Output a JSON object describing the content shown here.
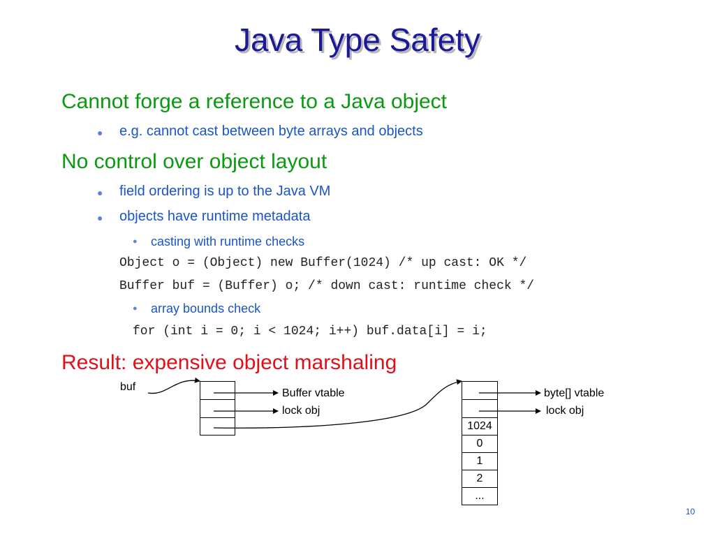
{
  "title": "Java Type Safety",
  "points": [
    {
      "text": "Cannot forge a reference to a Java object",
      "sub": [
        "e.g. cannot cast between byte arrays and objects"
      ]
    },
    {
      "text": "No control over object layout",
      "sub": [
        "field ordering is up to the Java VM",
        "objects have runtime metadata"
      ]
    }
  ],
  "nested": [
    "casting with runtime checks",
    "array bounds check"
  ],
  "code": [
    "Object o = (Object) new Buffer(1024) /* up cast: OK */",
    "Buffer buf = (Buffer) o; /* down cast: runtime check */",
    "for (int i = 0; i < 1024; i++) buf.data[i] = i;"
  ],
  "result": "Result: expensive object marshaling",
  "diagram": {
    "buf_label": "buf",
    "left_labels": [
      "Buffer vtable",
      "lock obj"
    ],
    "right_labels": [
      "byte[] vtable",
      "lock obj"
    ],
    "array_cells": [
      "1024",
      "0",
      "1",
      "2",
      "..."
    ]
  },
  "page_number": "10",
  "colors": {
    "title": "#1a1a99",
    "heading": "#0a9a10",
    "bullet_text": "#1a54c8",
    "result": "#e0101a"
  }
}
